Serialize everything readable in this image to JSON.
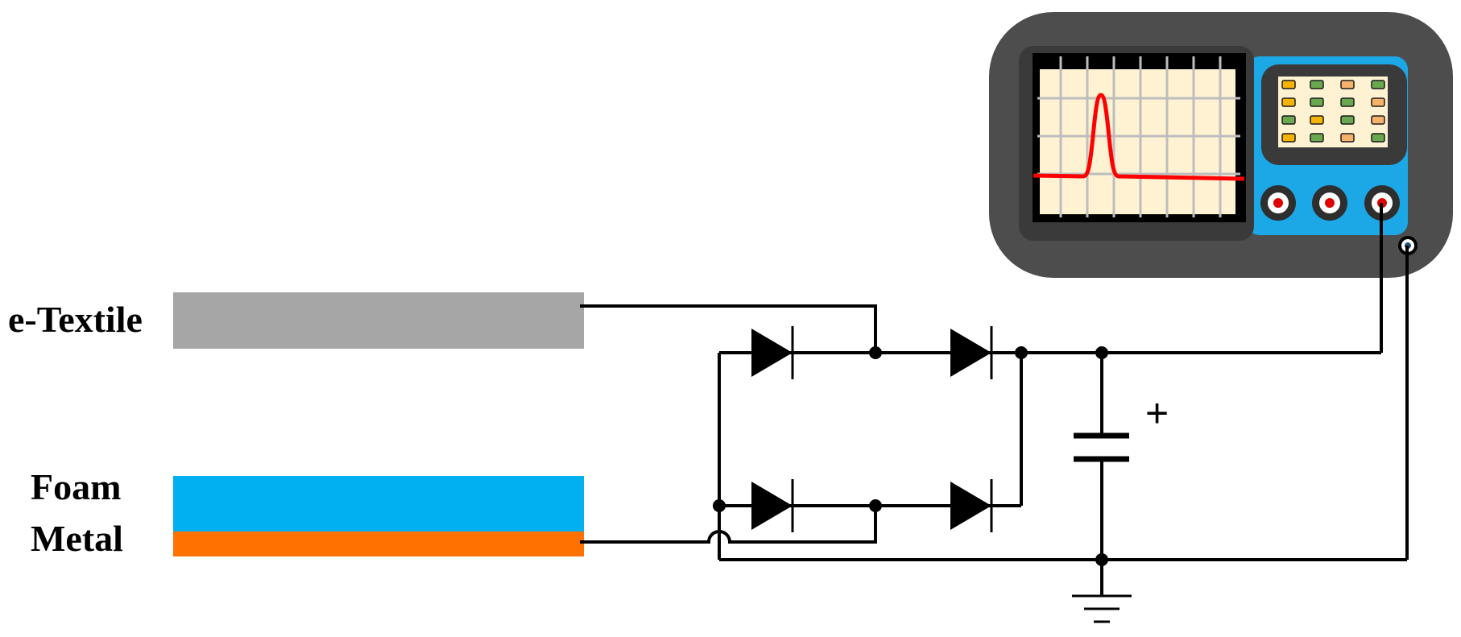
{
  "labels": {
    "etextile": "e-Textile",
    "foam": "Foam",
    "metal": "Metal",
    "capacitor_polarity": "+"
  },
  "colors": {
    "etextile": "#a6a6a6",
    "foam": "#00b0f0",
    "metal": "#ff7100",
    "wire": "#000000",
    "scope_body": "#4d4d4d",
    "scope_panel": "#1ca7e6",
    "scope_screen": "#fef2d3",
    "trace": "#ff0000"
  },
  "icons": [
    "oscilloscope-icon",
    "diode-icon",
    "capacitor-icon",
    "ground-icon"
  ]
}
